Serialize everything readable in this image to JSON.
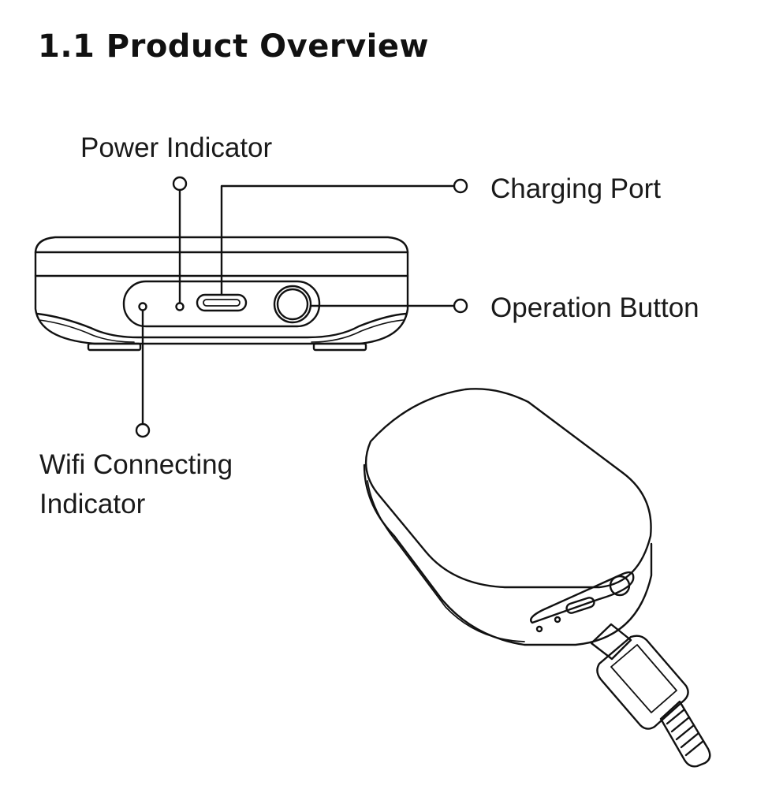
{
  "section": {
    "title": "1.1  Product Overview"
  },
  "callouts": {
    "power_indicator": "Power Indicator",
    "charging_port": "Charging Port",
    "operation_button": "Operation Button",
    "wifi_indicator_line1": "Wifi Connecting",
    "wifi_indicator_line2": "Indicator"
  },
  "colors": {
    "ink": "#111111",
    "background": "#ffffff"
  }
}
